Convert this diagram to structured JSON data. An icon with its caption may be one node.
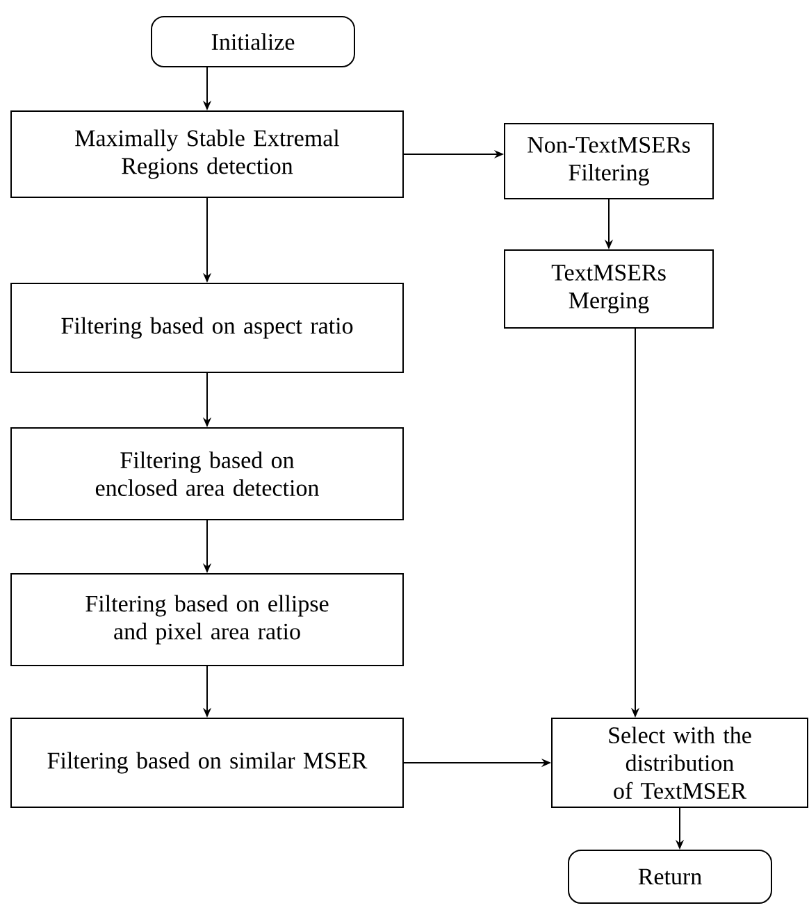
{
  "diagram": {
    "nodes": [
      {
        "text": [
          "Initialize"
        ]
      },
      {
        "text": [
          "Maximally Stable Extremal Regions detection"
        ]
      },
      {
        "text": [
          "Non-TextMSERs Filtering"
        ]
      },
      {
        "text": [
          "Filtering based on aspect ratio"
        ]
      },
      {
        "text": [
          "TextMSERs Merging"
        ]
      },
      {
        "text": [
          "Filtering based on enclosed area detection"
        ]
      },
      {
        "text": [
          "Filtering based on ellipse and pixel area ratio"
        ]
      },
      {
        "text": [
          "Filtering based on similar MSER"
        ]
      },
      {
        "text": [
          "Select with the distribution of TextMSER"
        ]
      },
      {
        "text": [
          "Return"
        ]
      }
    ],
    "edges": [
      {
        "from": 0,
        "to": 1,
        "arrow": "to"
      },
      {
        "from": 1,
        "to": 2,
        "arrow": "to"
      },
      {
        "from": 2,
        "to": 4,
        "arrow": "to"
      },
      {
        "from": 1,
        "to": 3,
        "arrow": "to"
      },
      {
        "from": 3,
        "to": 5,
        "arrow": "to"
      },
      {
        "from": 5,
        "to": 6,
        "arrow": "to"
      },
      {
        "from": 6,
        "to": 7,
        "arrow": "to"
      },
      {
        "from": 7,
        "to": 8,
        "arrow": "to"
      },
      {
        "from": 4,
        "to": 8,
        "arrow": "to"
      },
      {
        "from": 8,
        "to": 9,
        "arrow": "to"
      }
    ]
  }
}
